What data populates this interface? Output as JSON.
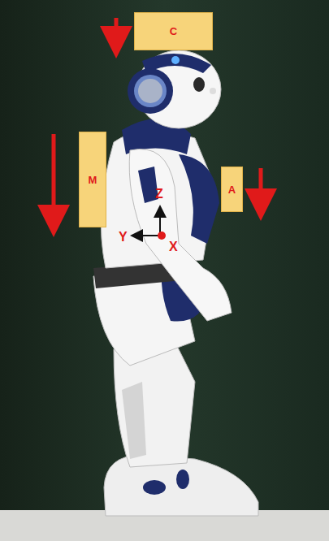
{
  "diagram": {
    "nodes": [
      {
        "text": [
          "C"
        ]
      },
      {
        "text": [
          "M"
        ]
      },
      {
        "text": [
          "A"
        ]
      }
    ],
    "labels": [
      "Z",
      "Y",
      "X"
    ]
  }
}
